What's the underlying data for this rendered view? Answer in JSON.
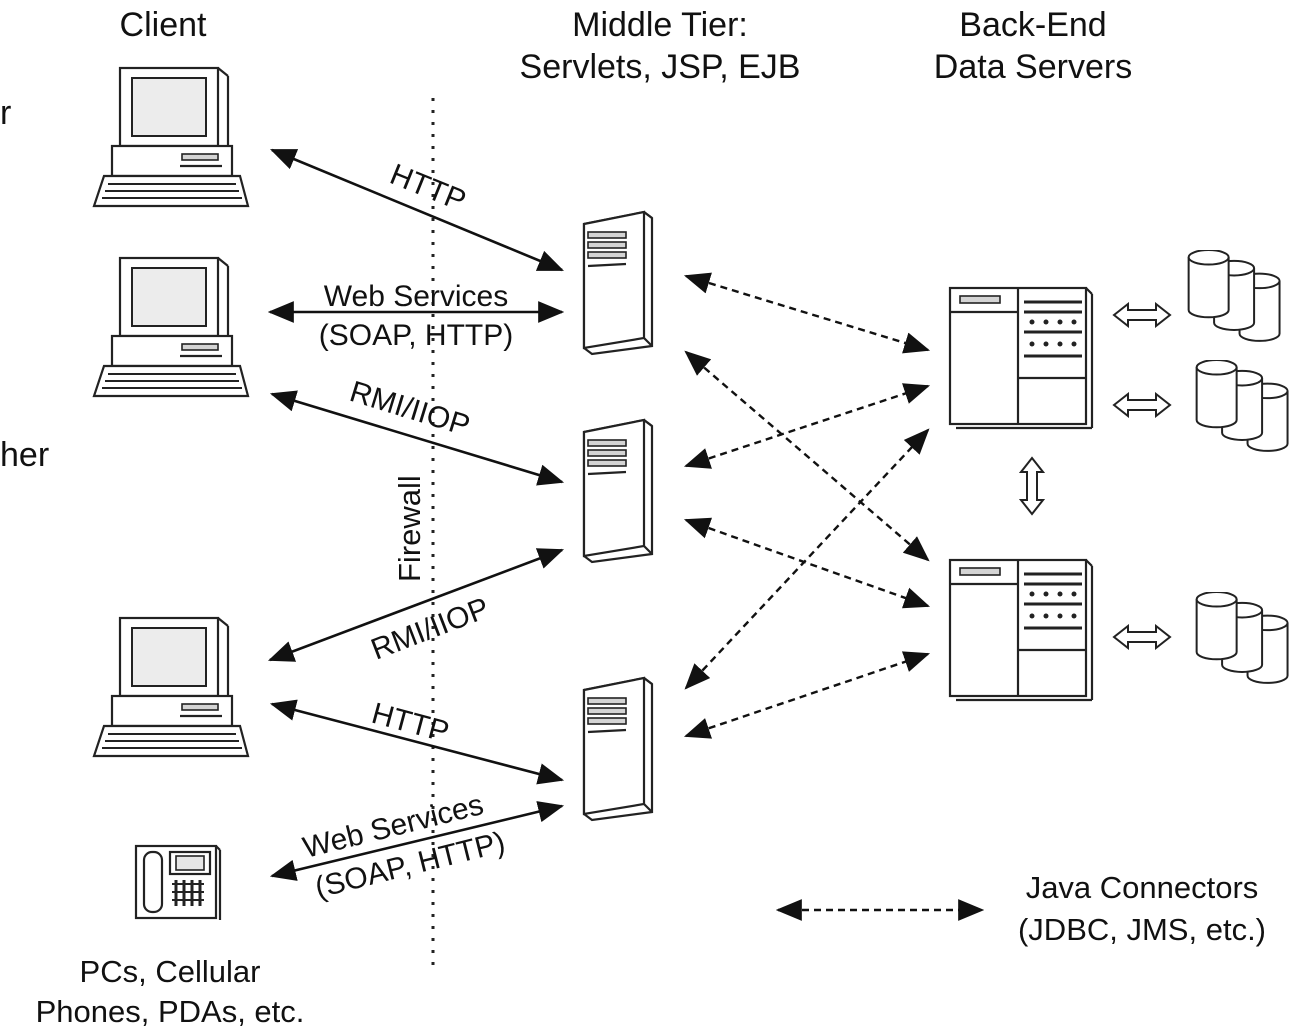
{
  "headers": {
    "client": "Client",
    "middle_line1": "Middle Tier:",
    "middle_line2": "Servlets, JSP, EJB",
    "backend_line1": "Back-End",
    "backend_line2": "Data Servers"
  },
  "cut_off_text": {
    "top": "r",
    "middle": "her"
  },
  "protocols": {
    "http_top": "HTTP",
    "ws_top_line1": "Web Services",
    "ws_top_line2": "(SOAP, HTTP)",
    "rmi_top": "RMI/IIOP",
    "rmi_bottom": "RMI/IIOP",
    "http_bottom": "HTTP",
    "ws_bottom_line1": "Web Services",
    "ws_bottom_line2": "(SOAP, HTTP)"
  },
  "firewall_label": "Firewall",
  "clients_caption": {
    "line1": "PCs, Cellular",
    "line2": "Phones, PDAs, etc."
  },
  "legend": {
    "line1": "Java Connectors",
    "line2": "(JDBC, JMS, etc.)"
  },
  "icons": {
    "client_1": "desktop-pc-icon",
    "client_2": "desktop-pc-icon",
    "client_3": "desktop-pc-icon",
    "client_4": "telephone-icon",
    "middle_servers": "tower-server-icon",
    "backend_servers": "mainframe-server-icon",
    "databases": "database-cylinders-icon"
  }
}
